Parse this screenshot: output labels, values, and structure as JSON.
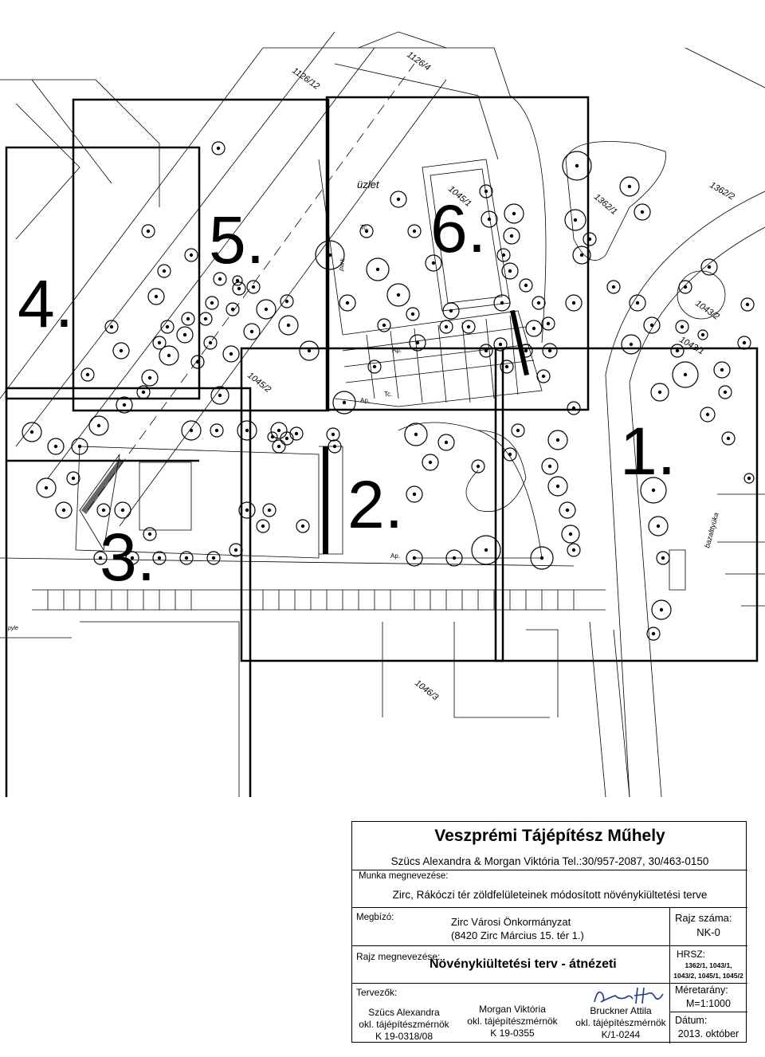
{
  "plan": {
    "zone_labels": [
      "1.",
      "2.",
      "3.",
      "4.",
      "5.",
      "6."
    ],
    "parcels": [
      "1126/12",
      "1126/4",
      "1045/1",
      "1362/1",
      "1362/2",
      "1043/2",
      "1043/1",
      "1045/2",
      "1046/3"
    ],
    "place_labels": [
      "üzlet",
      "bazalttyüka",
      "park",
      "pyle"
    ],
    "small_labels": [
      "Ap.",
      "Ap.",
      "Ap.",
      "Tc.",
      "Tc."
    ]
  },
  "title_block": {
    "firm": "Veszprémi Tájépítész Műhely",
    "contacts": "Szücs Alexandra & Morgan Viktória  Tel.:30/957-2087,  30/463-0150",
    "work_label": "Munka megnevezése:",
    "work_value": "Zirc, Rákóczi tér zöldfelületeinek módosított növénykiültetési terve",
    "client_label": "Megbízó:",
    "client_name": "Zirc Városi Önkormányzat",
    "client_address": "(8420 Zirc Március 15. tér 1.)",
    "drawing_no_label": "Rajz száma:",
    "drawing_no_value": "NK-0",
    "drawing_name_label": "Rajz megnevezése:",
    "drawing_name_value": "Növénykiültetési terv - átnézeti",
    "hrsz_label": "HRSZ:",
    "hrsz_line1": "1362/1, 1043/1,",
    "hrsz_line2": "1043/2, 1045/1, 1045/2",
    "designers_label": "Tervezők:",
    "designers": [
      {
        "name": "Szücs Alexandra",
        "title": "okl. tájépítészmérnök",
        "number": "K 19-0318/08"
      },
      {
        "name": "Morgan Viktória",
        "title": "okl. tájépítészmérnök",
        "number": "K 19-0355"
      },
      {
        "name": "Bruckner Attila",
        "title": "okl. tájépítészmérnök",
        "number": "K/1-0244"
      }
    ],
    "scale_label": "Méretarány:",
    "scale_value": "M=1:1000",
    "date_label": "Dátum:",
    "date_value": "2013. október"
  }
}
